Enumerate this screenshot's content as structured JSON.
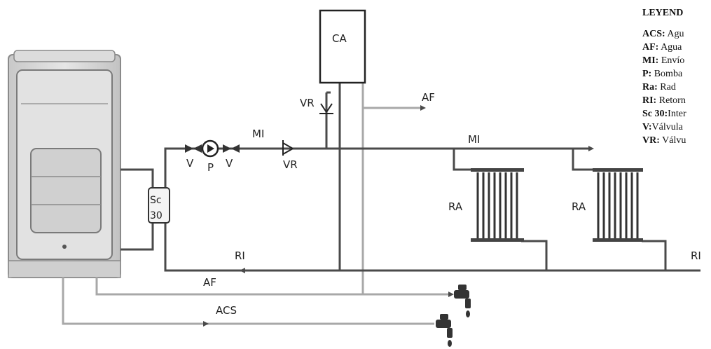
{
  "labels": {
    "ca": "CA",
    "vr_top": "VR",
    "aff_top": "AF",
    "mi_left": "MI",
    "mi_right": "MI",
    "v_left": "V",
    "p": "P",
    "v_right": "V",
    "vr_mid": "VR",
    "sc": "Sc",
    "sc_num": "30",
    "ra_left": "RA",
    "ra_right": "RA",
    "ri_mid": "RI",
    "ri_right": "RI",
    "af_bottom": "AF",
    "acs": "ACS"
  },
  "legend": {
    "title": "LEYEND",
    "items": [
      {
        "key": "ACS:",
        "text": "Agu"
      },
      {
        "key": "AF:",
        "text": "Agua"
      },
      {
        "key": "MI:",
        "text": "Envío"
      },
      {
        "key": "P:",
        "text": "Bomba"
      },
      {
        "key": "Ra:",
        "text": "  Rad"
      },
      {
        "key": "RI:",
        "text": "Retorn"
      },
      {
        "key": "Sc 30:",
        "text": "Inter"
      },
      {
        "key": "V:",
        "text": "Válvula"
      },
      {
        "key": "VR:",
        "text": "Válvu"
      }
    ]
  },
  "colors": {
    "pipe": "#4a4a4a",
    "cold_pipe": "#a8a8a8",
    "boiler_body": "#d6d6d6",
    "boiler_dark": "#9a9a9a"
  }
}
